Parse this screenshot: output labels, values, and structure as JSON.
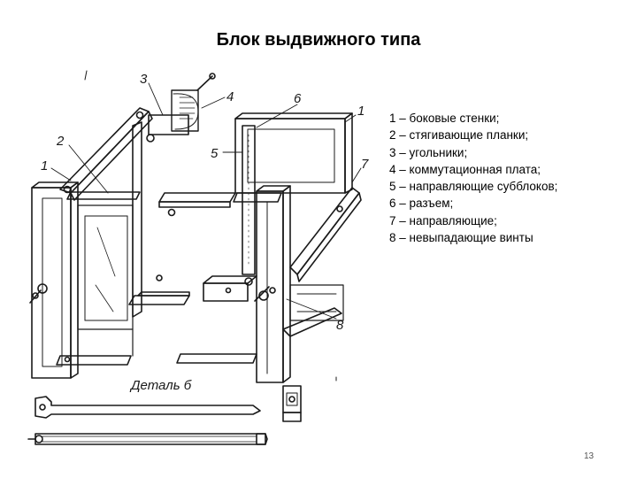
{
  "slide": {
    "title": "Блок выдвижного типа",
    "page_number": "13"
  },
  "legend": {
    "items": [
      "1 – боковые стенки;",
      "2 – стягивающие планки;",
      "3 – угольники;",
      "4 – коммутационная плата;",
      "5 – направляющие субблоков;",
      "6 – разъем;",
      "7 – направляющие;",
      "8 – невыпадающие винты"
    ]
  },
  "drawing": {
    "callouts": [
      "1",
      "2",
      "3",
      "4",
      "5",
      "6",
      "1",
      "7",
      "8"
    ],
    "detail_label": "Деталь б",
    "line_color": "#1a1a1a"
  }
}
